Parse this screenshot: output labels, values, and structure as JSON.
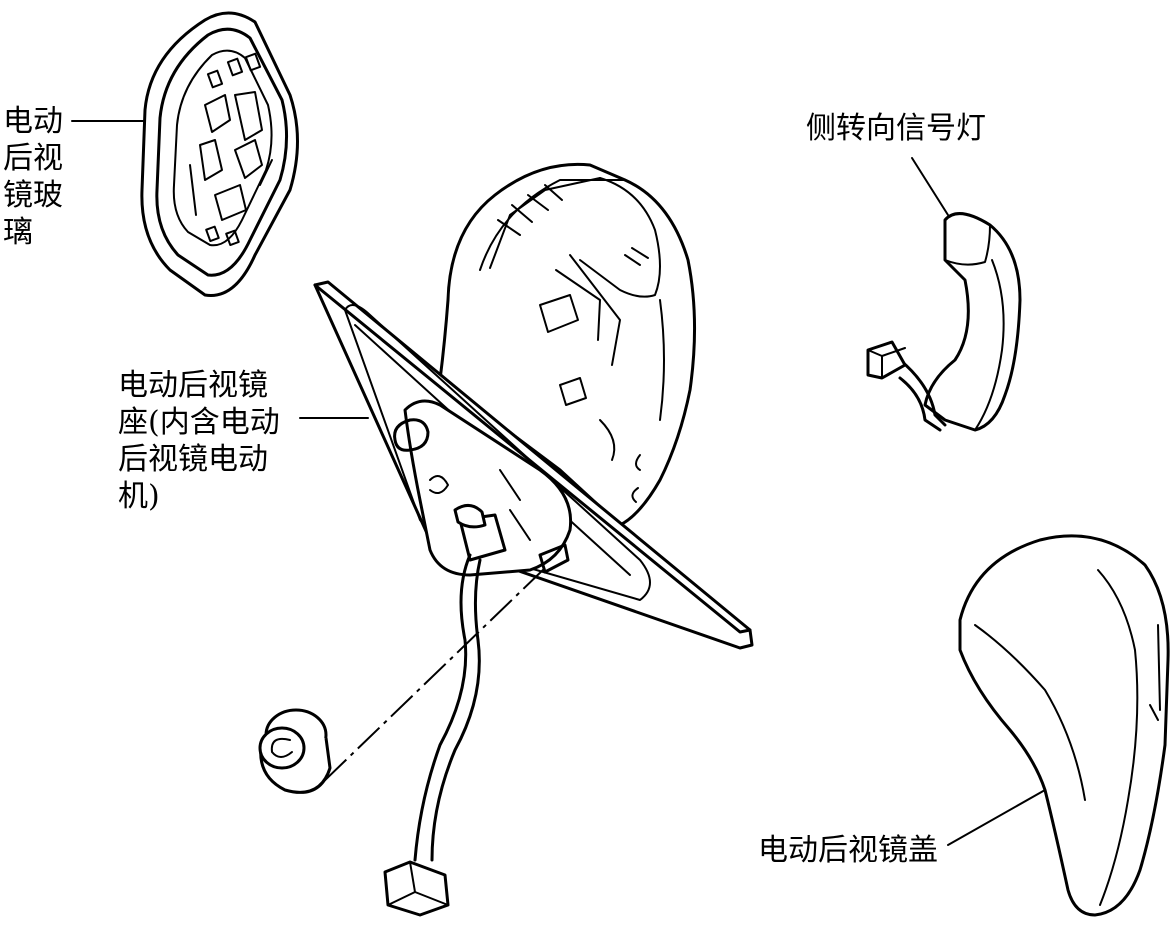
{
  "labels": {
    "mirror_glass": "电动\n后视\n镜玻\n璃",
    "mirror_base": "电动后视镜\n座(内含电动\n后视镜电动\n机)",
    "turn_signal": "侧转向信号灯",
    "mirror_cover": "电动后视镜盖"
  },
  "colors": {
    "line": "#000000",
    "background": "#ffffff"
  }
}
